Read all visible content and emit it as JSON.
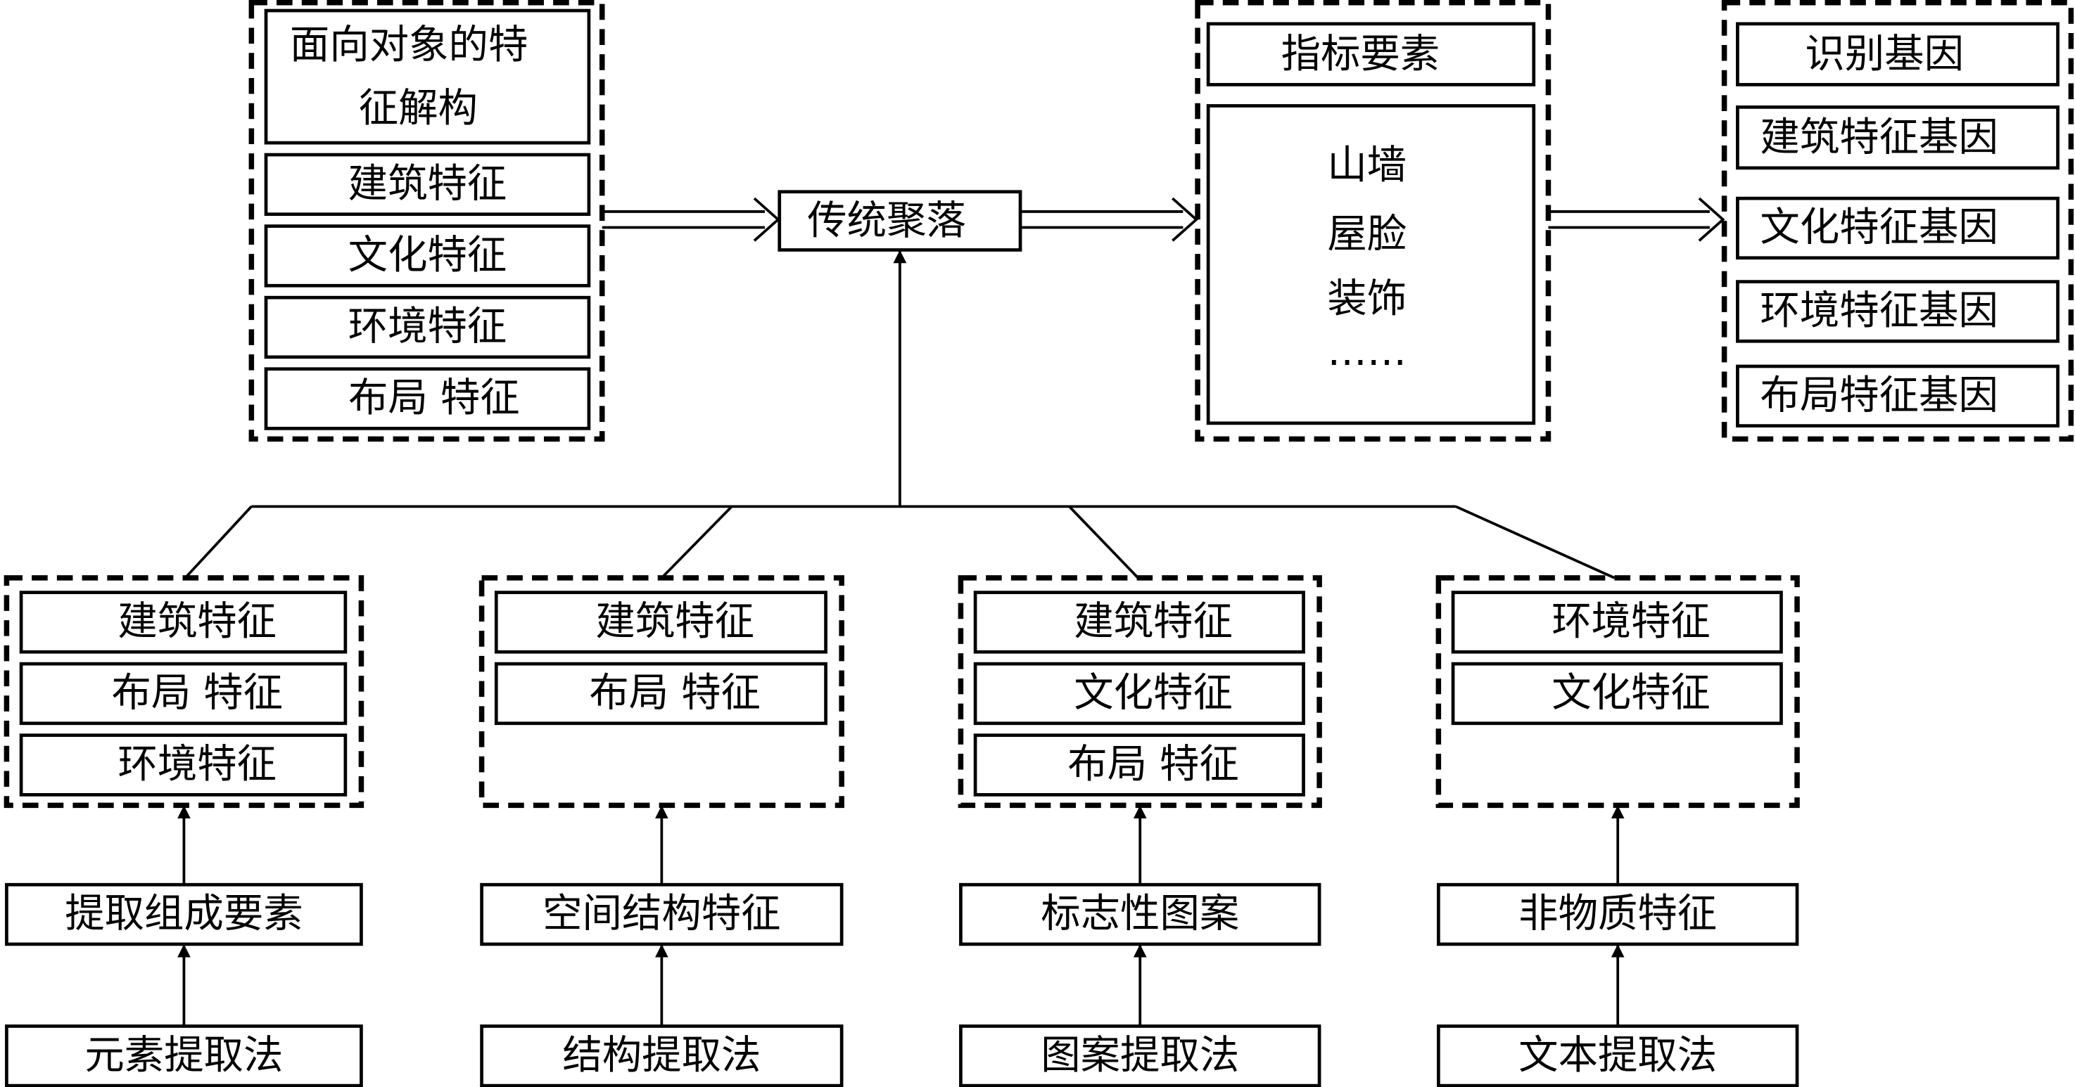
{
  "left_group": {
    "title_line1": "面向对象的特",
    "title_line2": "征解构",
    "items": [
      "建筑特征",
      "文化特征",
      "环境特征",
      "布局 特征"
    ]
  },
  "center": "传统聚落",
  "indicator_group": {
    "title": "指标要素",
    "items": [
      "山墙",
      "屋脸",
      "装饰",
      "……"
    ]
  },
  "gene_group": {
    "title": "识别基因",
    "items": [
      "建筑特征基因",
      "文化特征基因",
      "环境特征基因",
      "布局特征基因"
    ]
  },
  "methods": [
    {
      "features": [
        "建筑特征",
        "布局 特征",
        "环境特征"
      ],
      "step": "提取组成要素",
      "method": "元素提取法"
    },
    {
      "features": [
        "建筑特征",
        "布局 特征"
      ],
      "step": "空间结构特征",
      "method": "结构提取法"
    },
    {
      "features": [
        "建筑特征",
        "文化特征",
        "布局 特征"
      ],
      "step": "标志性图案",
      "method": "图案提取法"
    },
    {
      "features": [
        "环境特征",
        "文化特征"
      ],
      "step": "非物质特征",
      "method": "文本提取法"
    }
  ]
}
